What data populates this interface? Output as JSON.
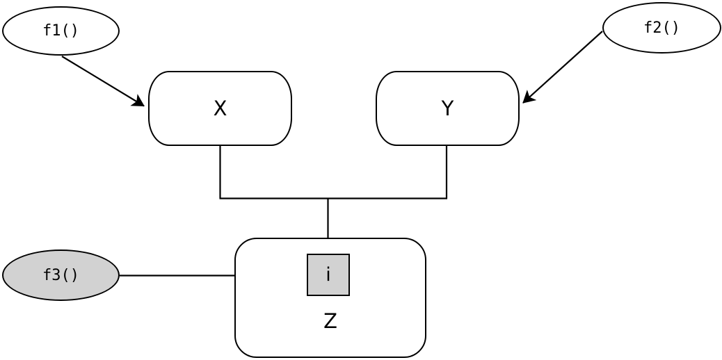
{
  "diagram": {
    "type": "flow-diagram",
    "background_color": "#ffffff",
    "stroke_color": "#000000",
    "node_fill_color": "#ffffff",
    "shaded_fill_color": "#d2d2d2",
    "nodes": {
      "f1": {
        "label": "f1()",
        "shape": "ellipse",
        "shaded": false
      },
      "f2": {
        "label": "f2()",
        "shape": "ellipse",
        "shaded": false
      },
      "f3": {
        "label": "f3()",
        "shape": "ellipse",
        "shaded": true
      },
      "x": {
        "label": "X",
        "shape": "rounded-rect",
        "shaded": false
      },
      "y": {
        "label": "Y",
        "shape": "rounded-rect",
        "shaded": false
      },
      "z": {
        "label": "Z",
        "shape": "rounded-rect",
        "shaded": false
      },
      "i": {
        "label": "i",
        "shape": "square",
        "shaded": true,
        "parent": "z"
      }
    },
    "edges": [
      {
        "from": "f1",
        "to": "x",
        "style": "arrow"
      },
      {
        "from": "f2",
        "to": "y",
        "style": "arrow"
      },
      {
        "from": "x",
        "to": "i",
        "style": "merged-arrow"
      },
      {
        "from": "y",
        "to": "i",
        "style": "merged-arrow"
      },
      {
        "from": "f3",
        "to": "i",
        "style": "arrow"
      }
    ]
  }
}
